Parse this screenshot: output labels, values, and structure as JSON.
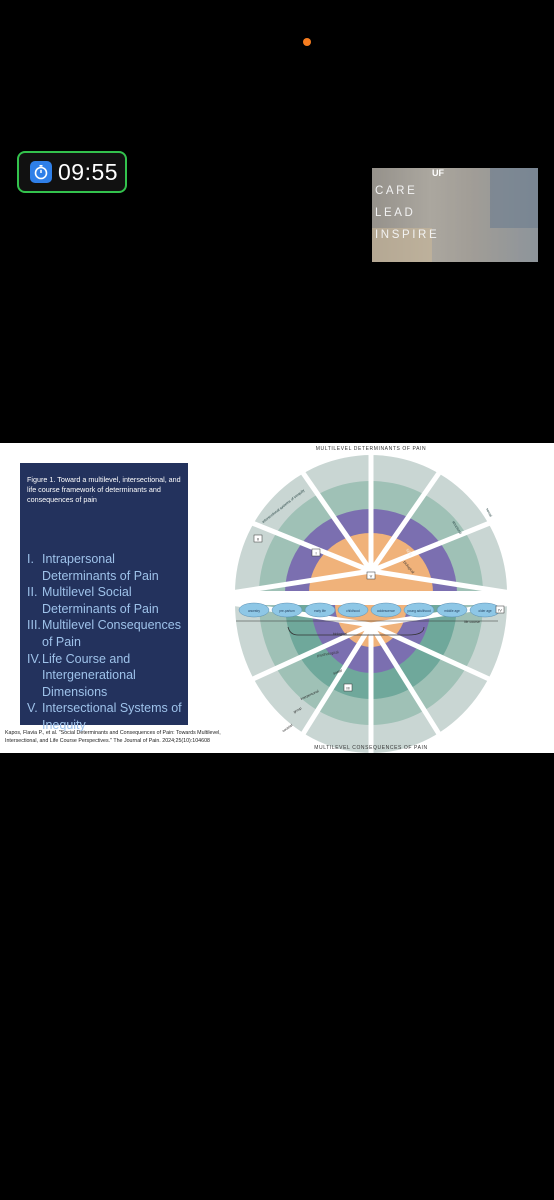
{
  "recording_indicator": {
    "color": "#f57c1f"
  },
  "timer": {
    "icon": "timer-icon",
    "time": "09:55",
    "border_color": "#33c24d"
  },
  "video": {
    "brand": "UF",
    "lines": [
      "CARE",
      "LEAD",
      "INSPIRE"
    ]
  },
  "slide": {
    "panel": {
      "caption": "Figure 1. Toward a multilevel, intersectional, and life course framework of determinants and consequences of pain",
      "items": [
        {
          "num": "I.",
          "text": "Intrapersonal Determinants of Pain"
        },
        {
          "num": "II.",
          "text": "Multilevel Social Determinants of Pain"
        },
        {
          "num": "III.",
          "text": "Multilevel Consequences of Pain"
        },
        {
          "num": "IV.",
          "text": "Life Course and Intergenerational Dimensions"
        },
        {
          "num": "V.",
          "text": "Intersectional Systems of Inequity"
        }
      ]
    },
    "citation": "Kapos, Flavia P., et al. \"Social Determinants and Consequences of Pain: Towards Multilevel, Intersectional, and Life Course Perspectives.\" The Journal of Pain. 2024;25(10):104608",
    "diagram": {
      "top_title": "MULTILEVEL DETERMINANTS OF PAIN",
      "bottom_title": "MULTILEVEL CONSEQUENCES OF PAIN",
      "top_labels": [
        "intersectional systems of inequity",
        "SES",
        "structural",
        "social"
      ],
      "center_labels": [
        "biological",
        "psychological"
      ],
      "bottom_labels": [
        "biological",
        "psychological",
        "social",
        "interpersonal",
        "group",
        "societal"
      ],
      "life_course_stages": [
        "ancestry",
        "pre-partum",
        "early life",
        "childhood",
        "adolescence",
        "young adulthood",
        "middle age",
        "older age"
      ],
      "life_course_label": "life course",
      "markers": [
        "II",
        "I",
        "V",
        "IV",
        "III"
      ],
      "colors": {
        "outer": "#c9d6d3",
        "middle": "#9fc1b6",
        "inner": "#6fa89b",
        "purple": "#7b6fb0",
        "orange": "#f0b27a",
        "stage": "#8ec7e6"
      }
    }
  }
}
